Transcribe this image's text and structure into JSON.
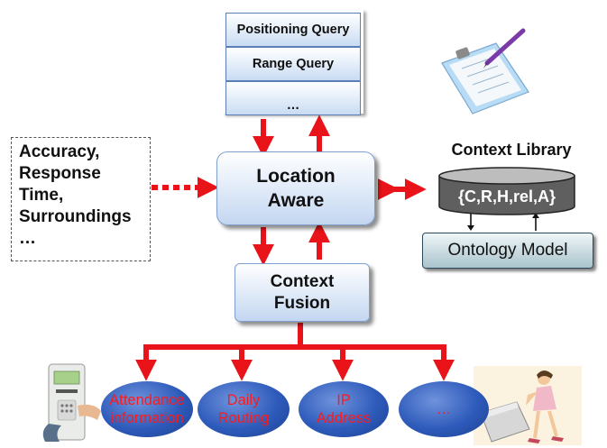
{
  "queries": {
    "positioning": "Positioning Query",
    "range": "Range Query",
    "more": "…"
  },
  "requirements": {
    "line1": "Accuracy,",
    "line2": "Response",
    "line3": "Time,",
    "line4": "Surroundings",
    "line5": "…"
  },
  "location_aware": {
    "line1": "Location",
    "line2": "Aware"
  },
  "context_fusion": {
    "line1": "Context",
    "line2": "Fusion"
  },
  "context_library": {
    "title": "Context Library",
    "tuple": "{C,R,H,rel,A}"
  },
  "ontology_model": "Ontology Model",
  "outputs": [
    {
      "line1": "Attendance",
      "line2": "information"
    },
    {
      "line1": "Daily",
      "line2": "Routing"
    },
    {
      "line1": "IP",
      "line2": "Address"
    },
    {
      "line1": "…",
      "line2": ""
    }
  ],
  "colors": {
    "arrow": "#e8141a",
    "ellipse": "#2e5bbb",
    "ellipse_text": "#ff1a1a"
  }
}
